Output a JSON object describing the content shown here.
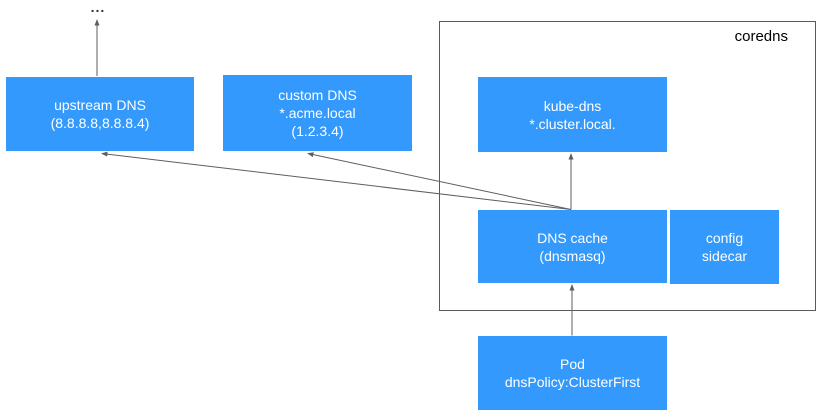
{
  "diagram": {
    "container_label": "coredns",
    "ellipsis": "...",
    "colors": {
      "node_fill": "#3399fc",
      "node_text": "#ffffff",
      "arrow": "#5e5e5e",
      "container_border": "#595959",
      "container_label_text": "#000000"
    },
    "nodes": {
      "upstream_dns": {
        "lines": [
          "upstream DNS",
          "(8.8.8.8,8.8.8.4)"
        ]
      },
      "custom_dns": {
        "lines": [
          "custom DNS",
          "*.acme.local",
          "(1.2.3.4)"
        ]
      },
      "kube_dns": {
        "lines": [
          "kube-dns",
          "*.cluster.local."
        ]
      },
      "dns_cache": {
        "lines": [
          "DNS cache",
          "(dnsmasq)"
        ]
      },
      "config_sidecar": {
        "lines": [
          "config",
          "sidecar"
        ]
      },
      "pod": {
        "lines": [
          "Pod",
          "dnsPolicy:ClusterFirst"
        ]
      }
    },
    "edges": [
      {
        "from": "upstream_dns",
        "to": "ellipsis"
      },
      {
        "from": "dns_cache",
        "to": "upstream_dns"
      },
      {
        "from": "dns_cache",
        "to": "custom_dns"
      },
      {
        "from": "dns_cache",
        "to": "kube_dns"
      },
      {
        "from": "pod",
        "to": "dns_cache"
      }
    ]
  }
}
